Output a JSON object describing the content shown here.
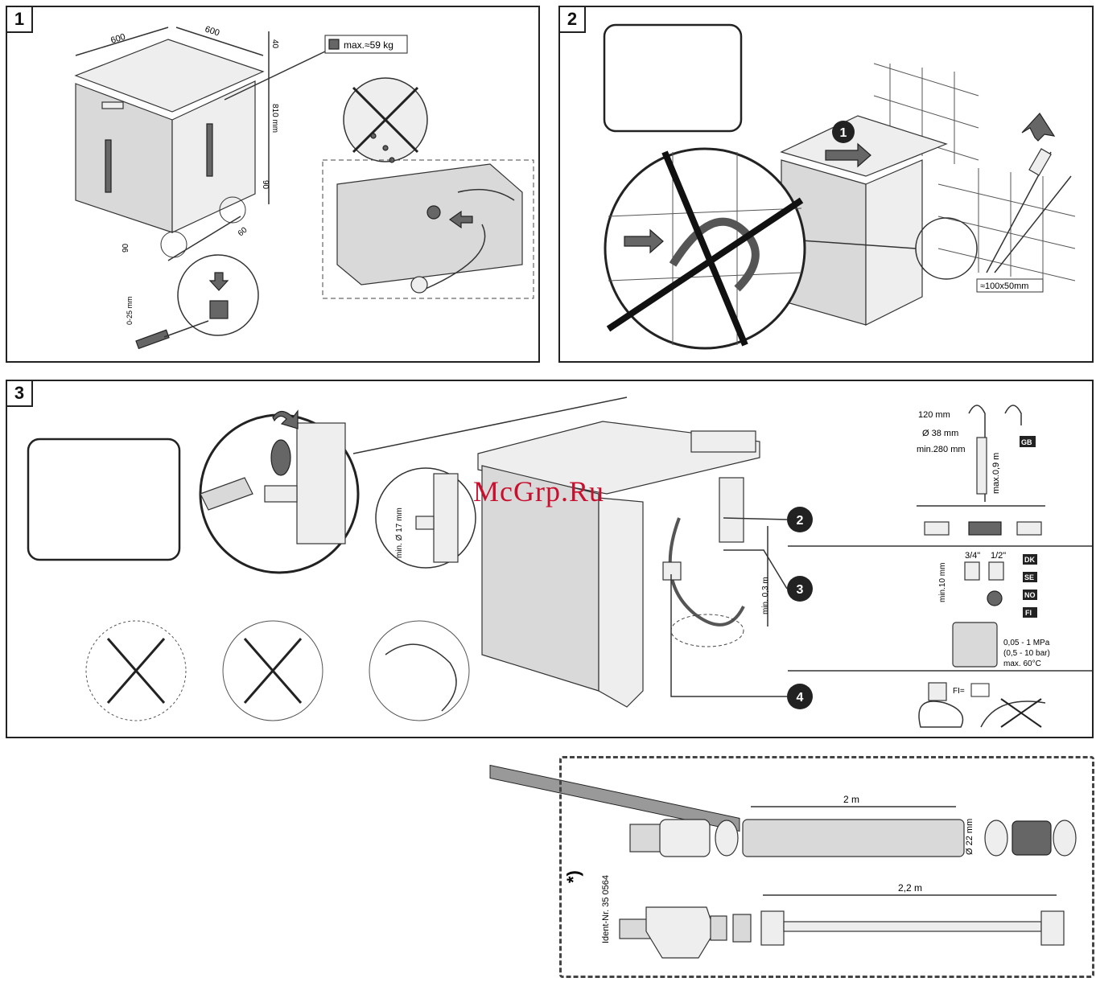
{
  "panels": [
    {
      "number": "1"
    },
    {
      "number": "2"
    },
    {
      "number": "3"
    }
  ],
  "panel1": {
    "dims": {
      "width": "600",
      "depth": "600",
      "top": "40",
      "height": "810 mm",
      "leg_side": "90",
      "leg_front": "90",
      "leg_depth": "60",
      "adjust": "0-25 mm"
    },
    "weight_label": "max.≈59 kg"
  },
  "panel2": {
    "step_marker": "1",
    "cutout_label": "≈100x50mm"
  },
  "panel3": {
    "thread_label": "min. Ø 17 mm",
    "markers": [
      "2",
      "3",
      "4"
    ],
    "height_label": "min. 0,3 m",
    "trap": {
      "height_120": "120 mm",
      "diameter": "Ø 38 mm",
      "min_280": "min.280 mm",
      "max_height": "max.0,9 m",
      "country": "GB"
    },
    "inlet": {
      "min_10": "min.10 mm",
      "size_34": "3/4\"",
      "size_12": "1/2\"",
      "countries": [
        "DK",
        "SE",
        "NO",
        "FI"
      ],
      "pressure": "0,05 - 1 MPa",
      "pressure_bar": "(0,5 - 10 bar)",
      "max_temp": "max. 60°C"
    },
    "fi_label": "FI="
  },
  "accessory": {
    "star": "*)",
    "ident": "Ident-Nr. 35 0564",
    "hose_length": "2 m",
    "hose_diameter": "Ø 22 mm",
    "inlet_length": "2,2 m"
  },
  "watermark": "McGrp.Ru",
  "colors": {
    "line": "#222222",
    "shade": "#666666",
    "light": "#eeeeee",
    "watermark": "#c8102e"
  }
}
